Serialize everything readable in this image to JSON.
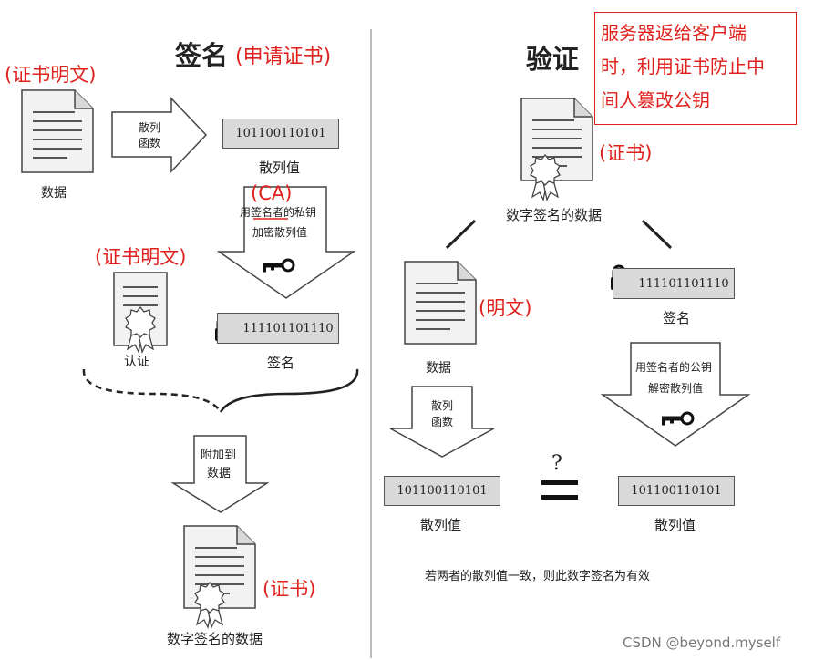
{
  "left": {
    "title": "签名",
    "title_note": "(申请证书)",
    "doc_note_top": "(证书明文)",
    "data_label": "数据",
    "hash_func_label_1": "散列",
    "hash_func_label_2": "函数",
    "hash_value": "101100110101",
    "hash_value_label": "散列值",
    "ca_note": "(CA)",
    "encrypt_text_1": "用签名者的私钥",
    "encrypt_text_2": "加密散列值",
    "cert_note": "(证书明文)",
    "cert_label": "认证",
    "signature_value": "111101101110",
    "signature_label": "签名",
    "attach_text_1": "附加到",
    "attach_text_2": "数据",
    "signed_cert_note": "(证书)",
    "signed_data_label": "数字签名的数据"
  },
  "right": {
    "title": "验证",
    "callout_lines": [
      "服务器返给客户端",
      "时，利用证书防止中",
      "间人篡改公钥"
    ],
    "cert_note": "(证书)",
    "signed_data_label": "数字签名的数据",
    "plain_note": "(明文)",
    "data_label": "数据",
    "signature_value": "111101101110",
    "signature_label": "签名",
    "hash_func_label_1": "散列",
    "hash_func_label_2": "函数",
    "decrypt_text_1": "用签名者的公钥",
    "decrypt_text_2": "解密散列值",
    "question_mark": "?",
    "hash_value_left": "101100110101",
    "hash_value_right": "101100110101",
    "hash_label_left": "散列值",
    "hash_label_right": "散列值",
    "conclusion": "若两者的散列值一致，则此数字签名为有效"
  },
  "watermark": "CSDN @beyond.myself"
}
